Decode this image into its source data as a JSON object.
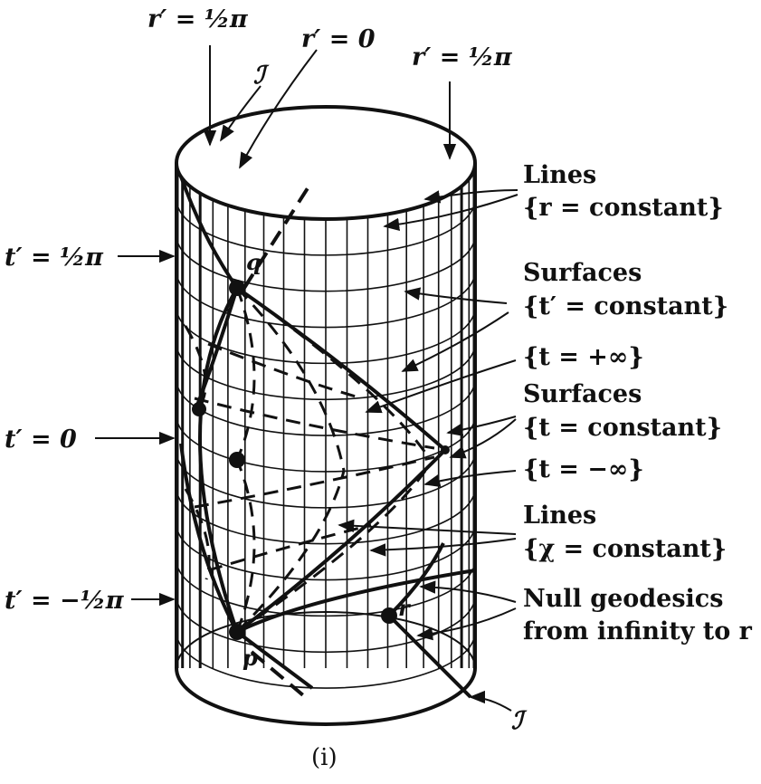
{
  "diagram": {
    "top_labels": {
      "left": "r′ = ½π",
      "middle": "r′ = 0",
      "right": "r′ = ½π"
    },
    "scri_symbol": "ℐ",
    "time_labels": {
      "half_pi": "t′ = ½π",
      "zero": "t′ = 0",
      "minus_half_pi": "t′ = −½π"
    },
    "points": {
      "q": "q",
      "p": "p",
      "r": "r"
    },
    "legend": {
      "lines_r_title": "Lines",
      "lines_r_expr": "{r = constant}",
      "surfaces_tprime_title": "Surfaces",
      "surfaces_tprime_expr": "{t′ = constant}",
      "t_plus_inf": "{t = +∞}",
      "surfaces_t_title": "Surfaces",
      "surfaces_t_expr": "{t = constant}",
      "t_minus_inf": "{t = −∞}",
      "lines_chi_title": "Lines",
      "lines_chi_expr": "{χ = constant}",
      "null_geo_line1": "Null geodesics",
      "null_geo_line2": "from infinity to r"
    },
    "caption": "(i)"
  }
}
